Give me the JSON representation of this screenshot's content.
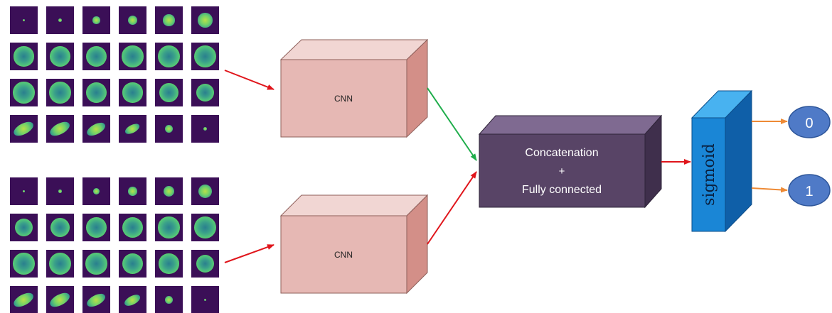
{
  "diagram": {
    "cnn_top_label": "CNN",
    "cnn_bottom_label": "CNN",
    "concat_line1": "Concatenation",
    "concat_line2": "+",
    "concat_line3": "Fully connected",
    "sigmoid_label": "sigmoid",
    "output_0": "0",
    "output_1": "1"
  },
  "colors": {
    "tile_background": "#3b0f57",
    "cnn_front": "#e6b8b4",
    "cnn_top": "#f1d6d3",
    "cnn_side": "#d38f88",
    "concat_front": "#584466",
    "concat_top": "#7f6a91",
    "concat_side": "#3f2f4c",
    "sigmoid_front": "#1a86d6",
    "sigmoid_top": "#48b2f0",
    "sigmoid_side": "#0f5fa8",
    "output_circle": "#4f7ac7",
    "arrow_red": "#e0151b",
    "arrow_green": "#1fad4b",
    "arrow_orange": "#ee8a35"
  },
  "image_grids": {
    "top": {
      "tiles": [
        {
          "size": 0.08,
          "shape": "round",
          "tone": "green"
        },
        {
          "size": 0.14,
          "shape": "round",
          "tone": "green"
        },
        {
          "size": 0.26,
          "shape": "round",
          "tone": "green"
        },
        {
          "size": 0.34,
          "shape": "round",
          "tone": "green"
        },
        {
          "size": 0.42,
          "shape": "round",
          "tone": "green"
        },
        {
          "size": 0.52,
          "shape": "round",
          "tone": "green"
        },
        {
          "size": 0.72,
          "shape": "round",
          "tone": "teal"
        },
        {
          "size": 0.74,
          "shape": "round",
          "tone": "teal"
        },
        {
          "size": 0.76,
          "shape": "round",
          "tone": "teal"
        },
        {
          "size": 0.78,
          "shape": "round",
          "tone": "teal"
        },
        {
          "size": 0.8,
          "shape": "round",
          "tone": "teal"
        },
        {
          "size": 0.82,
          "shape": "round",
          "tone": "teal"
        },
        {
          "size": 0.78,
          "shape": "round",
          "tone": "teal"
        },
        {
          "size": 0.8,
          "shape": "round",
          "tone": "teal"
        },
        {
          "size": 0.76,
          "shape": "round",
          "tone": "teal"
        },
        {
          "size": 0.72,
          "shape": "round",
          "tone": "teal"
        },
        {
          "size": 0.7,
          "shape": "round",
          "tone": "teal"
        },
        {
          "size": 0.64,
          "shape": "round",
          "tone": "teal"
        },
        {
          "size": 0.62,
          "shape": "elongated",
          "tone": "green"
        },
        {
          "size": 0.62,
          "shape": "elongated",
          "tone": "green"
        },
        {
          "size": 0.58,
          "shape": "elongated",
          "tone": "green"
        },
        {
          "size": 0.46,
          "shape": "elongated",
          "tone": "green"
        },
        {
          "size": 0.28,
          "shape": "round",
          "tone": "green"
        },
        {
          "size": 0.14,
          "shape": "round",
          "tone": "green"
        }
      ]
    },
    "bottom": {
      "tiles": [
        {
          "size": 0.06,
          "shape": "round",
          "tone": "green"
        },
        {
          "size": 0.12,
          "shape": "round",
          "tone": "green"
        },
        {
          "size": 0.24,
          "shape": "round",
          "tone": "green"
        },
        {
          "size": 0.32,
          "shape": "round",
          "tone": "green"
        },
        {
          "size": 0.4,
          "shape": "round",
          "tone": "green"
        },
        {
          "size": 0.5,
          "shape": "round",
          "tone": "green"
        },
        {
          "size": 0.66,
          "shape": "round",
          "tone": "teal"
        },
        {
          "size": 0.7,
          "shape": "round",
          "tone": "teal"
        },
        {
          "size": 0.74,
          "shape": "round",
          "tone": "teal"
        },
        {
          "size": 0.76,
          "shape": "round",
          "tone": "teal"
        },
        {
          "size": 0.78,
          "shape": "round",
          "tone": "teal"
        },
        {
          "size": 0.8,
          "shape": "round",
          "tone": "teal"
        },
        {
          "size": 0.78,
          "shape": "round",
          "tone": "teal"
        },
        {
          "size": 0.8,
          "shape": "round",
          "tone": "teal"
        },
        {
          "size": 0.78,
          "shape": "round",
          "tone": "teal"
        },
        {
          "size": 0.76,
          "shape": "round",
          "tone": "teal"
        },
        {
          "size": 0.72,
          "shape": "round",
          "tone": "teal"
        },
        {
          "size": 0.66,
          "shape": "round",
          "tone": "teal"
        },
        {
          "size": 0.62,
          "shape": "elongated",
          "tone": "green"
        },
        {
          "size": 0.62,
          "shape": "elongated",
          "tone": "green"
        },
        {
          "size": 0.58,
          "shape": "elongated",
          "tone": "green"
        },
        {
          "size": 0.5,
          "shape": "elongated",
          "tone": "green"
        },
        {
          "size": 0.28,
          "shape": "round",
          "tone": "green"
        },
        {
          "size": 0.1,
          "shape": "round",
          "tone": "green"
        }
      ]
    }
  }
}
